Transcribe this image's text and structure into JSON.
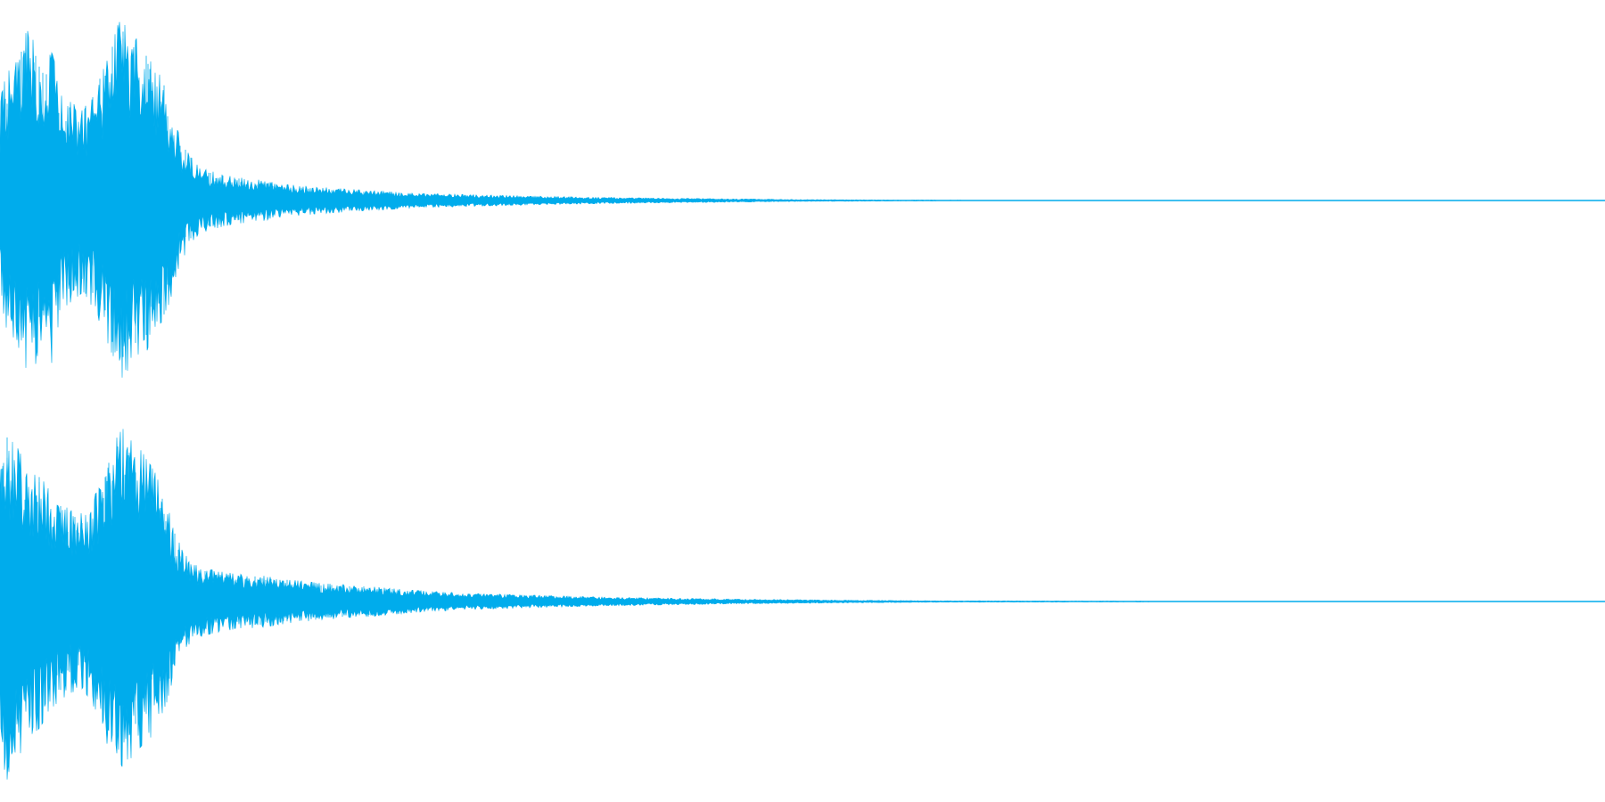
{
  "waveform": {
    "color": "#00acec",
    "background": "#ffffff",
    "channels": [
      {
        "name": "left",
        "envelope": {
          "positions": [
            0,
            0.004,
            0.012,
            0.02,
            0.026,
            0.032,
            0.038,
            0.045,
            0.052,
            0.06,
            0.068,
            0.074,
            0.08,
            0.087,
            0.094,
            0.1,
            0.106,
            0.111,
            0.116,
            0.122,
            0.128,
            0.136,
            0.145,
            0.155,
            0.165,
            0.175,
            0.19,
            0.205,
            0.22,
            0.24,
            0.26,
            0.29,
            0.33,
            0.37,
            0.42,
            0.47,
            0.5,
            0.56,
            1.0
          ],
          "levels": [
            0.55,
            0.7,
            0.85,
            0.98,
            0.75,
            0.9,
            0.6,
            0.55,
            0.5,
            0.62,
            0.8,
            0.98,
            0.95,
            0.9,
            0.78,
            0.68,
            0.55,
            0.38,
            0.28,
            0.2,
            0.17,
            0.15,
            0.13,
            0.12,
            0.11,
            0.09,
            0.08,
            0.07,
            0.06,
            0.05,
            0.04,
            0.033,
            0.025,
            0.018,
            0.012,
            0.008,
            0.005,
            0.003,
            0.0
          ]
        }
      },
      {
        "name": "right",
        "envelope": {
          "positions": [
            0,
            0.004,
            0.01,
            0.016,
            0.024,
            0.03,
            0.036,
            0.044,
            0.052,
            0.06,
            0.068,
            0.076,
            0.082,
            0.09,
            0.097,
            0.104,
            0.11,
            0.116,
            0.122,
            0.13,
            0.14,
            0.15,
            0.165,
            0.18,
            0.2,
            0.22,
            0.24,
            0.26,
            0.29,
            0.33,
            0.37,
            0.42,
            0.47,
            0.52,
            0.58,
            1.0
          ],
          "levels": [
            0.8,
            0.98,
            0.9,
            0.75,
            0.7,
            0.62,
            0.55,
            0.5,
            0.48,
            0.6,
            0.82,
            0.95,
            0.9,
            0.8,
            0.7,
            0.55,
            0.35,
            0.25,
            0.2,
            0.18,
            0.16,
            0.15,
            0.14,
            0.12,
            0.1,
            0.09,
            0.075,
            0.06,
            0.045,
            0.035,
            0.025,
            0.018,
            0.012,
            0.008,
            0.004,
            0.0
          ]
        }
      }
    ]
  }
}
